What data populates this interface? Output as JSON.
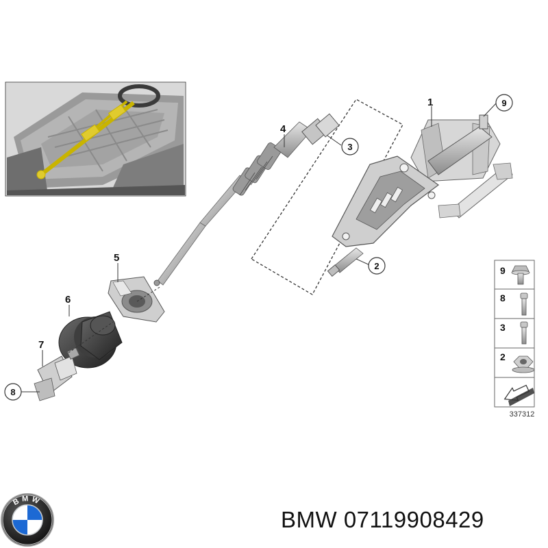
{
  "callouts": {
    "c1": "1",
    "c2": "2",
    "c3": "3",
    "c4": "4",
    "c5": "5",
    "c6": "6",
    "c7": "7",
    "c8": "8",
    "c9": "9"
  },
  "legend": {
    "items": [
      {
        "num": "9",
        "icon": "flange-bolt-icon"
      },
      {
        "num": "8",
        "icon": "bolt-icon"
      },
      {
        "num": "3",
        "icon": "bolt-icon"
      },
      {
        "num": "2",
        "icon": "hex-nut-icon"
      }
    ],
    "direction_icon": "arrow-icon"
  },
  "diagram_number": "337312",
  "brand": {
    "name": "BMW",
    "logo_letters": "BMW",
    "colors": {
      "blue": "#1c69d4",
      "black": "#1a1a1a",
      "silver": "#c8ccd0"
    }
  },
  "caption": {
    "brand": "BMW",
    "part_number": "07119908429"
  }
}
